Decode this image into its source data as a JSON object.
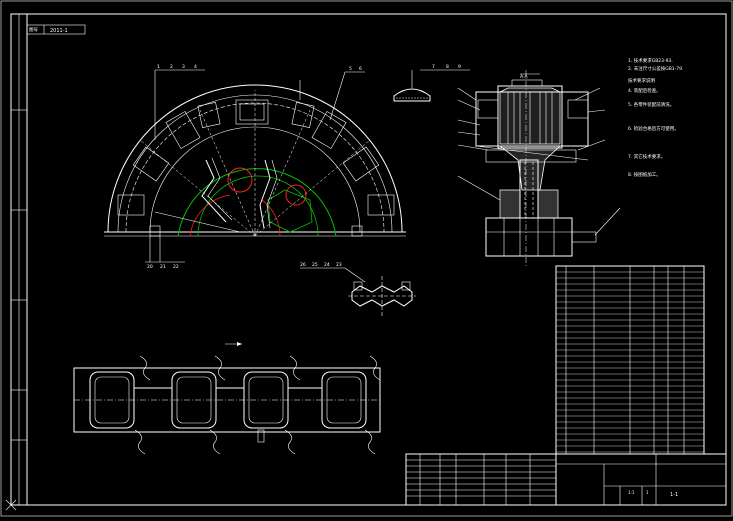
{
  "drawing": {
    "sheet_tab": "2011-1",
    "drawing_number": "1-1",
    "scale_cells": [
      "1:1",
      "1"
    ],
    "notes": [
      "1. 技术要求GB23-93.",
      "2. 未注尺寸公差按GB1-79.",
      "技术要求说明",
      "4. 装配后检查。",
      "5. 各零件装配前清洗。",
      "6. 检验合格后方可使用。",
      "7. 其它技术要求。",
      "8. 按图纸加工。"
    ],
    "section_labels": [
      "A-A"
    ],
    "leader_numbers_top": [
      "1",
      "2",
      "3",
      "4",
      "5",
      "6"
    ],
    "leader_numbers_bottom": [
      "20",
      "21",
      "22"
    ],
    "leader_numbers_mid": [
      "26",
      "25",
      "24",
      "23"
    ],
    "detail_numbers": [
      "7",
      "8",
      "9"
    ],
    "colors": {
      "background": "#000000",
      "line": "#ffffff",
      "green": "#00c000",
      "red": "#ff2020",
      "cyan": "#00ffff"
    }
  }
}
